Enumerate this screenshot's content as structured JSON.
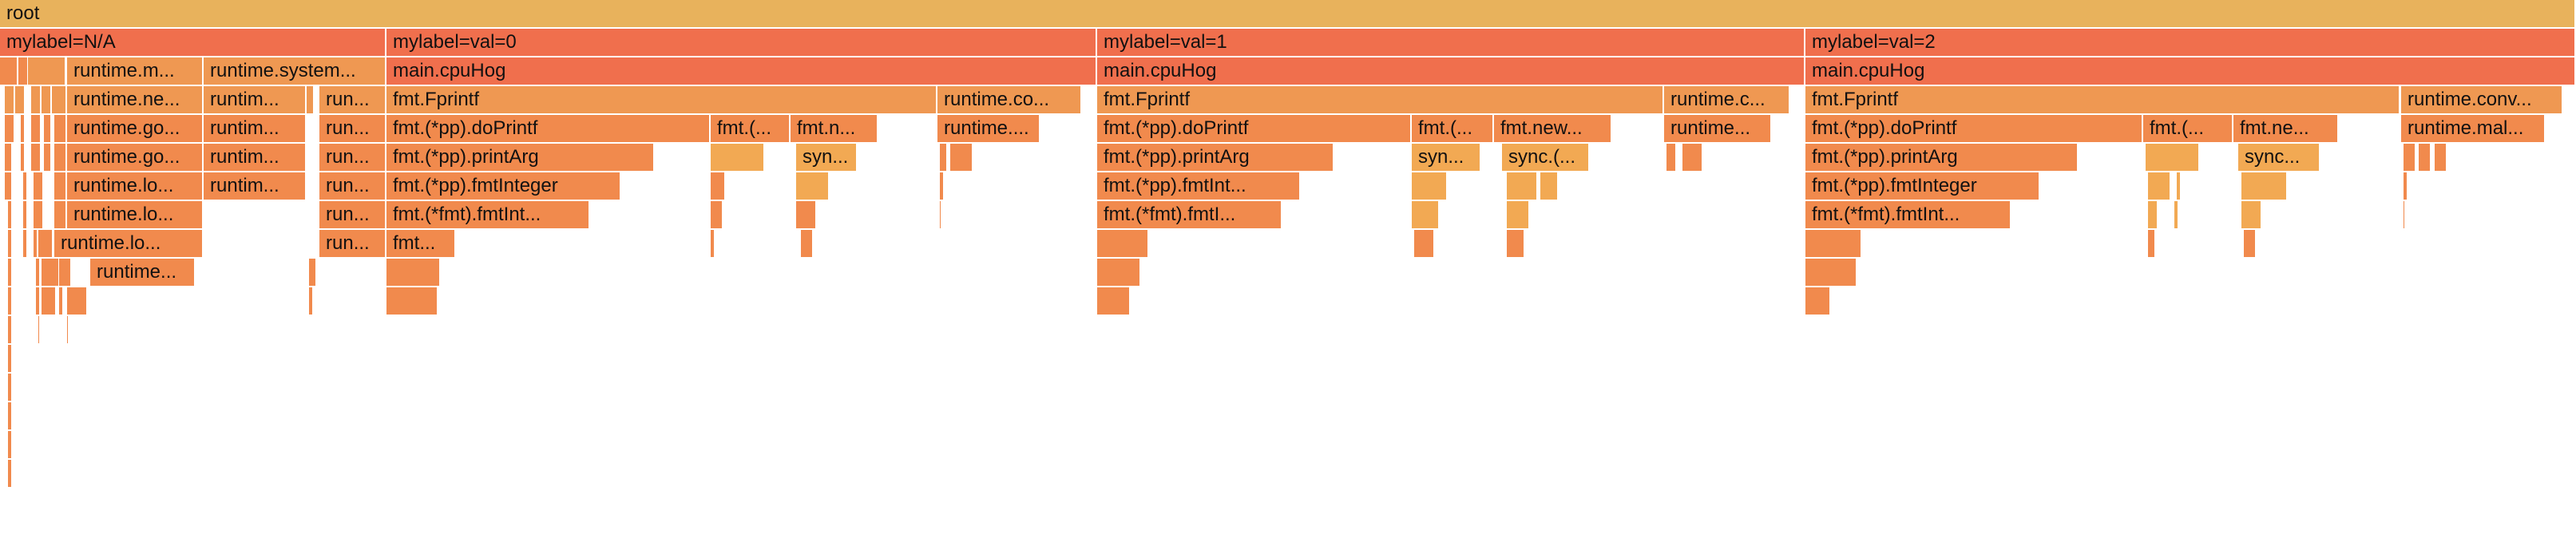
{
  "palette": {
    "root": "#e8b25c",
    "c1": "#f06f4d",
    "c2": "#f18a4d",
    "c3": "#ef9852",
    "c4": "#f2a953"
  },
  "frames": [
    {
      "label": "root",
      "depth": 0,
      "start": 0,
      "end": 1,
      "c": "root"
    },
    {
      "label": "mylabel=N/A",
      "depth": 1,
      "start": 0.0,
      "end": 0.15,
      "c": "c1"
    },
    {
      "label": "mylabel=val=0",
      "depth": 1,
      "start": 0.15,
      "end": 0.426,
      "c": "c1"
    },
    {
      "label": "mylabel=val=1",
      "depth": 1,
      "start": 0.426,
      "end": 0.701,
      "c": "c1"
    },
    {
      "label": "mylabel=val=2",
      "depth": 1,
      "start": 0.701,
      "end": 1.0,
      "c": "c1"
    },
    {
      "label": "",
      "depth": 2,
      "start": 0.0,
      "end": 0.007,
      "c": "c2"
    },
    {
      "label": "",
      "depth": 2,
      "start": 0.007,
      "end": 0.011,
      "c": "c2"
    },
    {
      "label": "",
      "depth": 2,
      "start": 0.011,
      "end": 0.026,
      "c": "c3"
    },
    {
      "label": "runtime.m...",
      "depth": 2,
      "start": 0.026,
      "end": 0.079,
      "c": "c3"
    },
    {
      "label": "runtime.system...",
      "depth": 2,
      "start": 0.079,
      "end": 0.15,
      "c": "c3"
    },
    {
      "label": "main.cpuHog",
      "depth": 2,
      "start": 0.15,
      "end": 0.426,
      "c": "c1"
    },
    {
      "label": "main.cpuHog",
      "depth": 2,
      "start": 0.426,
      "end": 0.701,
      "c": "c1"
    },
    {
      "label": "main.cpuHog",
      "depth": 2,
      "start": 0.701,
      "end": 1.0,
      "c": "c1"
    },
    {
      "label": "",
      "depth": 3,
      "start": 0.002,
      "end": 0.006,
      "c": "c3"
    },
    {
      "label": "",
      "depth": 3,
      "start": 0.006,
      "end": 0.01,
      "c": "c3"
    },
    {
      "label": "",
      "depth": 3,
      "start": 0.012,
      "end": 0.016,
      "c": "c3"
    },
    {
      "label": "",
      "depth": 3,
      "start": 0.016,
      "end": 0.02,
      "c": "c3"
    },
    {
      "label": "",
      "depth": 3,
      "start": 0.02,
      "end": 0.026,
      "c": "c3"
    },
    {
      "label": "runtime.ne...",
      "depth": 3,
      "start": 0.026,
      "end": 0.079,
      "c": "c3"
    },
    {
      "label": "runtim...",
      "depth": 3,
      "start": 0.079,
      "end": 0.119,
      "c": "c3"
    },
    {
      "label": "",
      "depth": 3,
      "start": 0.119,
      "end": 0.122,
      "c": "c3"
    },
    {
      "label": "run...",
      "depth": 3,
      "start": 0.124,
      "end": 0.15,
      "c": "c3"
    },
    {
      "label": "fmt.Fprintf",
      "depth": 3,
      "start": 0.15,
      "end": 0.364,
      "c": "c3"
    },
    {
      "label": "runtime.co...",
      "depth": 3,
      "start": 0.364,
      "end": 0.42,
      "c": "c3"
    },
    {
      "label": "fmt.Fprintf",
      "depth": 3,
      "start": 0.426,
      "end": 0.646,
      "c": "c3"
    },
    {
      "label": "runtime.c...",
      "depth": 3,
      "start": 0.646,
      "end": 0.695,
      "c": "c3"
    },
    {
      "label": "fmt.Fprintf",
      "depth": 3,
      "start": 0.701,
      "end": 0.932,
      "c": "c3"
    },
    {
      "label": "runtime.conv...",
      "depth": 3,
      "start": 0.932,
      "end": 0.995,
      "c": "c3"
    },
    {
      "label": "",
      "depth": 4,
      "start": 0.002,
      "end": 0.006,
      "c": "c2"
    },
    {
      "label": "",
      "depth": 4,
      "start": 0.008,
      "end": 0.01,
      "c": "c2"
    },
    {
      "label": "",
      "depth": 4,
      "start": 0.012,
      "end": 0.016,
      "c": "c2"
    },
    {
      "label": "",
      "depth": 4,
      "start": 0.017,
      "end": 0.02,
      "c": "c2"
    },
    {
      "label": "",
      "depth": 4,
      "start": 0.021,
      "end": 0.026,
      "c": "c2"
    },
    {
      "label": "runtime.go...",
      "depth": 4,
      "start": 0.026,
      "end": 0.079,
      "c": "c2"
    },
    {
      "label": "runtim...",
      "depth": 4,
      "start": 0.079,
      "end": 0.119,
      "c": "c2"
    },
    {
      "label": "run...",
      "depth": 4,
      "start": 0.124,
      "end": 0.15,
      "c": "c2"
    },
    {
      "label": "fmt.(*pp).doPrintf",
      "depth": 4,
      "start": 0.15,
      "end": 0.276,
      "c": "c2"
    },
    {
      "label": "fmt.(...",
      "depth": 4,
      "start": 0.276,
      "end": 0.307,
      "c": "c2"
    },
    {
      "label": "fmt.n...",
      "depth": 4,
      "start": 0.307,
      "end": 0.341,
      "c": "c2"
    },
    {
      "label": "runtime....",
      "depth": 4,
      "start": 0.364,
      "end": 0.404,
      "c": "c2"
    },
    {
      "label": "fmt.(*pp).doPrintf",
      "depth": 4,
      "start": 0.426,
      "end": 0.548,
      "c": "c2"
    },
    {
      "label": "fmt.(...",
      "depth": 4,
      "start": 0.548,
      "end": 0.58,
      "c": "c2"
    },
    {
      "label": "fmt.new...",
      "depth": 4,
      "start": 0.58,
      "end": 0.626,
      "c": "c2"
    },
    {
      "label": "runtime...",
      "depth": 4,
      "start": 0.646,
      "end": 0.688,
      "c": "c2"
    },
    {
      "label": "fmt.(*pp).doPrintf",
      "depth": 4,
      "start": 0.701,
      "end": 0.832,
      "c": "c2"
    },
    {
      "label": "fmt.(...",
      "depth": 4,
      "start": 0.832,
      "end": 0.867,
      "c": "c2"
    },
    {
      "label": "fmt.ne...",
      "depth": 4,
      "start": 0.867,
      "end": 0.908,
      "c": "c2"
    },
    {
      "label": "runtime.mal...",
      "depth": 4,
      "start": 0.932,
      "end": 0.988,
      "c": "c2"
    },
    {
      "label": "",
      "depth": 5,
      "start": 0.002,
      "end": 0.005,
      "c": "c2"
    },
    {
      "label": "",
      "depth": 5,
      "start": 0.008,
      "end": 0.01,
      "c": "c2"
    },
    {
      "label": "",
      "depth": 5,
      "start": 0.012,
      "end": 0.016,
      "c": "c2"
    },
    {
      "label": "",
      "depth": 5,
      "start": 0.017,
      "end": 0.02,
      "c": "c2"
    },
    {
      "label": "",
      "depth": 5,
      "start": 0.021,
      "end": 0.026,
      "c": "c2"
    },
    {
      "label": "runtime.go...",
      "depth": 5,
      "start": 0.026,
      "end": 0.079,
      "c": "c2"
    },
    {
      "label": "runtim...",
      "depth": 5,
      "start": 0.079,
      "end": 0.119,
      "c": "c2"
    },
    {
      "label": "run...",
      "depth": 5,
      "start": 0.124,
      "end": 0.15,
      "c": "c2"
    },
    {
      "label": "fmt.(*pp).printArg",
      "depth": 5,
      "start": 0.15,
      "end": 0.254,
      "c": "c2"
    },
    {
      "label": "",
      "depth": 5,
      "start": 0.276,
      "end": 0.297,
      "c": "c4"
    },
    {
      "label": "syn...",
      "depth": 5,
      "start": 0.309,
      "end": 0.333,
      "c": "c4"
    },
    {
      "label": "",
      "depth": 5,
      "start": 0.365,
      "end": 0.368,
      "c": "c2"
    },
    {
      "label": "",
      "depth": 5,
      "start": 0.369,
      "end": 0.378,
      "c": "c2"
    },
    {
      "label": "fmt.(*pp).printArg",
      "depth": 5,
      "start": 0.426,
      "end": 0.518,
      "c": "c2"
    },
    {
      "label": "syn...",
      "depth": 5,
      "start": 0.548,
      "end": 0.575,
      "c": "c4"
    },
    {
      "label": "sync.(...",
      "depth": 5,
      "start": 0.583,
      "end": 0.617,
      "c": "c4"
    },
    {
      "label": "",
      "depth": 5,
      "start": 0.647,
      "end": 0.651,
      "c": "c2"
    },
    {
      "label": "",
      "depth": 5,
      "start": 0.653,
      "end": 0.661,
      "c": "c2"
    },
    {
      "label": "fmt.(*pp).printArg",
      "depth": 5,
      "start": 0.701,
      "end": 0.807,
      "c": "c2"
    },
    {
      "label": "",
      "depth": 5,
      "start": 0.833,
      "end": 0.854,
      "c": "c4"
    },
    {
      "label": "sync...",
      "depth": 5,
      "start": 0.869,
      "end": 0.901,
      "c": "c4"
    },
    {
      "label": "",
      "depth": 5,
      "start": 0.933,
      "end": 0.938,
      "c": "c2"
    },
    {
      "label": "",
      "depth": 5,
      "start": 0.939,
      "end": 0.944,
      "c": "c2"
    },
    {
      "label": "",
      "depth": 5,
      "start": 0.945,
      "end": 0.95,
      "c": "c2"
    },
    {
      "label": "",
      "depth": 6,
      "start": 0.002,
      "end": 0.005,
      "c": "c2"
    },
    {
      "label": "",
      "depth": 6,
      "start": 0.009,
      "end": 0.011,
      "c": "c2"
    },
    {
      "label": "",
      "depth": 6,
      "start": 0.013,
      "end": 0.017,
      "c": "c2"
    },
    {
      "label": "",
      "depth": 6,
      "start": 0.021,
      "end": 0.026,
      "c": "c2"
    },
    {
      "label": "runtime.lo...",
      "depth": 6,
      "start": 0.026,
      "end": 0.079,
      "c": "c2"
    },
    {
      "label": "runtim...",
      "depth": 6,
      "start": 0.079,
      "end": 0.119,
      "c": "c2"
    },
    {
      "label": "run...",
      "depth": 6,
      "start": 0.124,
      "end": 0.15,
      "c": "c2"
    },
    {
      "label": "fmt.(*pp).fmtInteger",
      "depth": 6,
      "start": 0.15,
      "end": 0.241,
      "c": "c2"
    },
    {
      "label": "",
      "depth": 6,
      "start": 0.276,
      "end": 0.282,
      "c": "c2"
    },
    {
      "label": "",
      "depth": 6,
      "start": 0.309,
      "end": 0.322,
      "c": "c4"
    },
    {
      "label": "",
      "depth": 6,
      "start": 0.365,
      "end": 0.367,
      "c": "c2"
    },
    {
      "label": "fmt.(*pp).fmtInt...",
      "depth": 6,
      "start": 0.426,
      "end": 0.505,
      "c": "c2"
    },
    {
      "label": "",
      "depth": 6,
      "start": 0.548,
      "end": 0.562,
      "c": "c4"
    },
    {
      "label": "",
      "depth": 6,
      "start": 0.585,
      "end": 0.597,
      "c": "c4"
    },
    {
      "label": "",
      "depth": 6,
      "start": 0.598,
      "end": 0.605,
      "c": "c4"
    },
    {
      "label": "fmt.(*pp).fmtInteger",
      "depth": 6,
      "start": 0.701,
      "end": 0.792,
      "c": "c2"
    },
    {
      "label": "",
      "depth": 6,
      "start": 0.834,
      "end": 0.843,
      "c": "c4"
    },
    {
      "label": "",
      "depth": 6,
      "start": 0.845,
      "end": 0.847,
      "c": "c4"
    },
    {
      "label": "",
      "depth": 6,
      "start": 0.87,
      "end": 0.888,
      "c": "c4"
    },
    {
      "label": "",
      "depth": 6,
      "start": 0.933,
      "end": 0.935,
      "c": "c2"
    },
    {
      "label": "",
      "depth": 7,
      "start": 0.003,
      "end": 0.005,
      "c": "c2"
    },
    {
      "label": "",
      "depth": 7,
      "start": 0.009,
      "end": 0.011,
      "c": "c2"
    },
    {
      "label": "",
      "depth": 7,
      "start": 0.013,
      "end": 0.017,
      "c": "c2"
    },
    {
      "label": "",
      "depth": 7,
      "start": 0.021,
      "end": 0.026,
      "c": "c2"
    },
    {
      "label": "runtime.lo...",
      "depth": 7,
      "start": 0.026,
      "end": 0.079,
      "c": "c2"
    },
    {
      "label": "run...",
      "depth": 7,
      "start": 0.124,
      "end": 0.15,
      "c": "c2"
    },
    {
      "label": "fmt.(*fmt).fmtInt...",
      "depth": 7,
      "start": 0.15,
      "end": 0.229,
      "c": "c2"
    },
    {
      "label": "",
      "depth": 7,
      "start": 0.276,
      "end": 0.281,
      "c": "c2"
    },
    {
      "label": "",
      "depth": 7,
      "start": 0.309,
      "end": 0.317,
      "c": "c2"
    },
    {
      "label": "",
      "depth": 7,
      "start": 0.365,
      "end": 0.366,
      "c": "c2"
    },
    {
      "label": "fmt.(*fmt).fmtI...",
      "depth": 7,
      "start": 0.426,
      "end": 0.498,
      "c": "c2"
    },
    {
      "label": "",
      "depth": 7,
      "start": 0.548,
      "end": 0.559,
      "c": "c4"
    },
    {
      "label": "",
      "depth": 7,
      "start": 0.585,
      "end": 0.594,
      "c": "c4"
    },
    {
      "label": "fmt.(*fmt).fmtInt...",
      "depth": 7,
      "start": 0.701,
      "end": 0.781,
      "c": "c2"
    },
    {
      "label": "",
      "depth": 7,
      "start": 0.834,
      "end": 0.838,
      "c": "c4"
    },
    {
      "label": "",
      "depth": 7,
      "start": 0.844,
      "end": 0.846,
      "c": "c4"
    },
    {
      "label": "",
      "depth": 7,
      "start": 0.87,
      "end": 0.878,
      "c": "c4"
    },
    {
      "label": "",
      "depth": 7,
      "start": 0.933,
      "end": 0.934,
      "c": "c2"
    },
    {
      "label": "",
      "depth": 8,
      "start": 0.003,
      "end": 0.005,
      "c": "c2"
    },
    {
      "label": "",
      "depth": 8,
      "start": 0.009,
      "end": 0.011,
      "c": "c2"
    },
    {
      "label": "",
      "depth": 8,
      "start": 0.013,
      "end": 0.015,
      "c": "c2"
    },
    {
      "label": "",
      "depth": 8,
      "start": 0.015,
      "end": 0.021,
      "c": "c2"
    },
    {
      "label": "runtime.lo...",
      "depth": 8,
      "start": 0.021,
      "end": 0.079,
      "c": "c2"
    },
    {
      "label": "run...",
      "depth": 8,
      "start": 0.124,
      "end": 0.15,
      "c": "c2"
    },
    {
      "label": "fmt...",
      "depth": 8,
      "start": 0.15,
      "end": 0.177,
      "c": "c2"
    },
    {
      "label": "",
      "depth": 8,
      "start": 0.276,
      "end": 0.278,
      "c": "c2"
    },
    {
      "label": "",
      "depth": 8,
      "start": 0.311,
      "end": 0.316,
      "c": "c2"
    },
    {
      "label": "",
      "depth": 8,
      "start": 0.426,
      "end": 0.446,
      "c": "c2"
    },
    {
      "label": "",
      "depth": 8,
      "start": 0.549,
      "end": 0.557,
      "c": "c2"
    },
    {
      "label": "",
      "depth": 8,
      "start": 0.585,
      "end": 0.592,
      "c": "c2"
    },
    {
      "label": "",
      "depth": 8,
      "start": 0.701,
      "end": 0.723,
      "c": "c2"
    },
    {
      "label": "",
      "depth": 8,
      "start": 0.834,
      "end": 0.837,
      "c": "c2"
    },
    {
      "label": "",
      "depth": 8,
      "start": 0.871,
      "end": 0.876,
      "c": "c2"
    },
    {
      "label": "",
      "depth": 9,
      "start": 0.003,
      "end": 0.005,
      "c": "c2"
    },
    {
      "label": "",
      "depth": 9,
      "start": 0.014,
      "end": 0.016,
      "c": "c2"
    },
    {
      "label": "",
      "depth": 9,
      "start": 0.016,
      "end": 0.023,
      "c": "c2"
    },
    {
      "label": "",
      "depth": 9,
      "start": 0.023,
      "end": 0.028,
      "c": "c2"
    },
    {
      "label": "runtime...",
      "depth": 9,
      "start": 0.035,
      "end": 0.076,
      "c": "c2"
    },
    {
      "label": "",
      "depth": 9,
      "start": 0.12,
      "end": 0.123,
      "c": "c2"
    },
    {
      "label": "",
      "depth": 9,
      "start": 0.15,
      "end": 0.171,
      "c": "c2"
    },
    {
      "label": "",
      "depth": 9,
      "start": 0.426,
      "end": 0.443,
      "c": "c2"
    },
    {
      "label": "",
      "depth": 9,
      "start": 0.701,
      "end": 0.721,
      "c": "c2"
    },
    {
      "label": "",
      "depth": 10,
      "start": 0.003,
      "end": 0.005,
      "c": "c2"
    },
    {
      "label": "",
      "depth": 10,
      "start": 0.014,
      "end": 0.016,
      "c": "c2"
    },
    {
      "label": "",
      "depth": 10,
      "start": 0.016,
      "end": 0.022,
      "c": "c2"
    },
    {
      "label": "",
      "depth": 10,
      "start": 0.023,
      "end": 0.025,
      "c": "c2"
    },
    {
      "label": "",
      "depth": 10,
      "start": 0.026,
      "end": 0.034,
      "c": "c2"
    },
    {
      "label": "",
      "depth": 10,
      "start": 0.12,
      "end": 0.122,
      "c": "c2"
    },
    {
      "label": "",
      "depth": 10,
      "start": 0.15,
      "end": 0.17,
      "c": "c2"
    },
    {
      "label": "",
      "depth": 10,
      "start": 0.426,
      "end": 0.439,
      "c": "c2"
    },
    {
      "label": "",
      "depth": 10,
      "start": 0.701,
      "end": 0.711,
      "c": "c2"
    },
    {
      "label": "",
      "depth": 11,
      "start": 0.003,
      "end": 0.005,
      "c": "c2"
    },
    {
      "label": "",
      "depth": 11,
      "start": 0.015,
      "end": 0.016,
      "c": "c2"
    },
    {
      "label": "",
      "depth": 11,
      "start": 0.026,
      "end": 0.027,
      "c": "c2"
    },
    {
      "label": "",
      "depth": 12,
      "start": 0.003,
      "end": 0.005,
      "c": "c2"
    },
    {
      "label": "",
      "depth": 13,
      "start": 0.003,
      "end": 0.005,
      "c": "c2"
    },
    {
      "label": "",
      "depth": 14,
      "start": 0.003,
      "end": 0.005,
      "c": "c2"
    },
    {
      "label": "",
      "depth": 15,
      "start": 0.003,
      "end": 0.005,
      "c": "c2"
    },
    {
      "label": "",
      "depth": 16,
      "start": 0.003,
      "end": 0.005,
      "c": "c2"
    }
  ]
}
